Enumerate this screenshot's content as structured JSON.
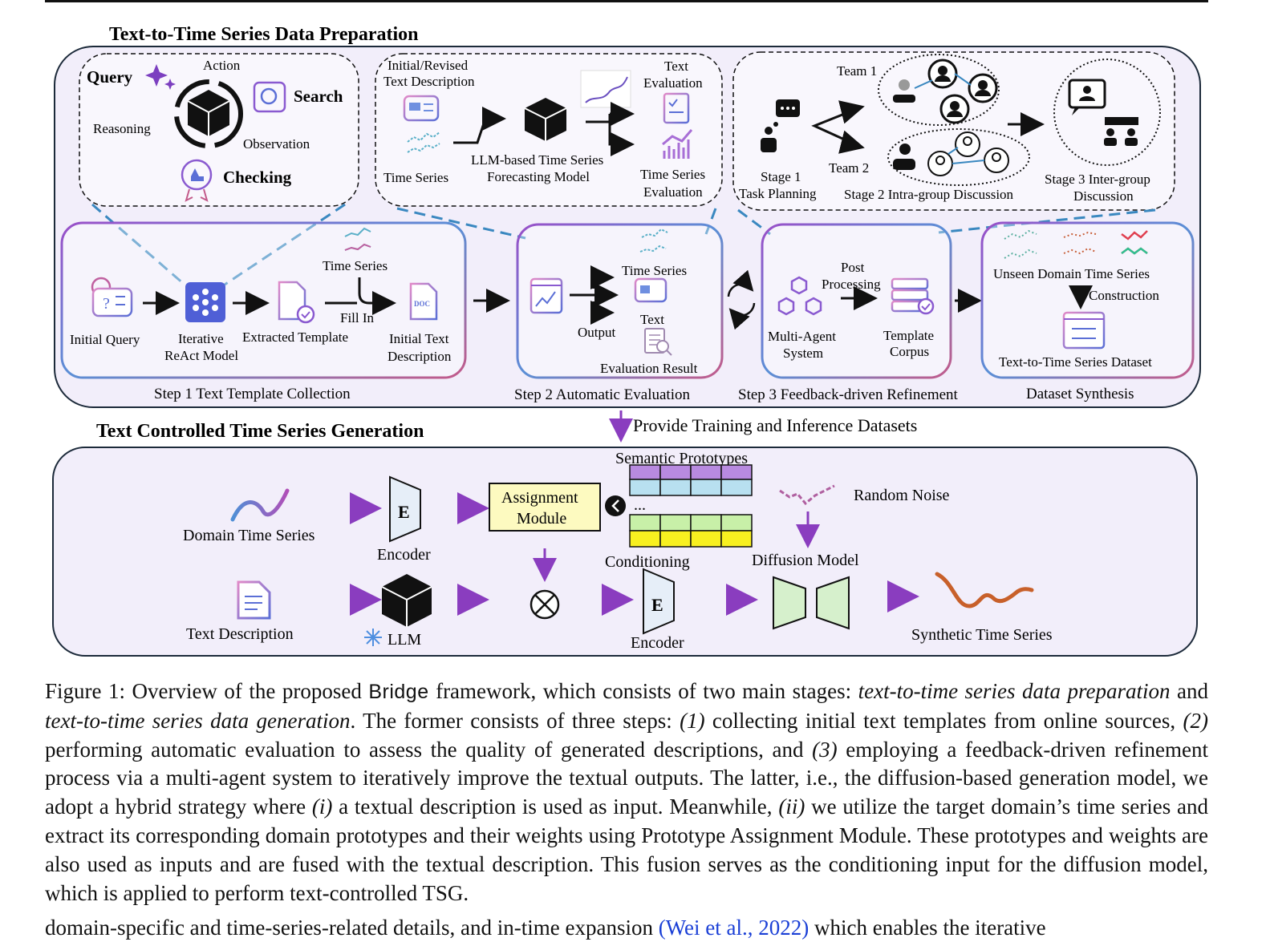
{
  "top": {
    "title": "Text-to-Time Series Data Preparation",
    "agent": {
      "query": "Query",
      "action": "Action",
      "search": "Search",
      "reasoning": "Reasoning",
      "observation": "Observation",
      "checking": "Checking"
    },
    "eval_detail": {
      "initial_revised": "Initial/Revised",
      "text_description": "Text Description",
      "time_series": "Time Series",
      "llm1": "LLM-based Time Series",
      "llm2": "Forecasting Model",
      "text_eval1": "Text",
      "text_eval2": "Evaluation",
      "ts_eval1": "Time Series",
      "ts_eval2": "Evaluation"
    },
    "team": {
      "team1": "Team 1",
      "team2": "Team 2",
      "stage1a": "Stage 1",
      "stage1b": "Task Planning",
      "stage2": "Stage 2 Intra-group Discussion",
      "stage3a": "Stage 3 Inter-group",
      "stage3b": "Discussion"
    },
    "step1": {
      "initial_query": "Initial Query",
      "iterative1": "Iterative",
      "iterative2": "ReAct Model",
      "extracted": "Extracted Template",
      "time_series": "Time Series",
      "fill_in": "Fill In",
      "initial_text1": "Initial Text",
      "initial_text2": "Description",
      "label": "Step 1 Text Template Collection"
    },
    "step2": {
      "time_series": "Time Series",
      "output": "Output",
      "text": "Text",
      "eval_result": "Evaluation Result",
      "label": "Step 2 Automatic Evaluation"
    },
    "step3": {
      "post1": "Post",
      "post2": "Processing",
      "mas1": "Multi-Agent",
      "mas2": "System",
      "tc1": "Template",
      "tc2": "Corpus",
      "label": "Step 3 Feedback-driven Refinement"
    },
    "synth": {
      "unseen": "Unseen Domain Time Series",
      "construction": "Construction",
      "dataset": "Text-to-Time Series Dataset",
      "label": "Dataset Synthesis"
    }
  },
  "provide": "Provide Training and Inference Datasets",
  "bottom": {
    "title": "Text Controlled Time Series Generation",
    "domain_ts": "Domain Time Series",
    "encoder_letter": "E",
    "encoder": "Encoder",
    "assign1": "Assignment",
    "assign2": "Module",
    "semantic": "Semantic Prototypes",
    "ellipsis": "...",
    "conditioning": "Conditioning",
    "random_noise": "Random Noise",
    "diffusion": "Diffusion Model",
    "text_desc": "Text Description",
    "llm": "LLM",
    "encoder2": "Encoder",
    "synthetic": "Synthetic Time Series"
  },
  "caption": {
    "p1": "Figure 1: Overview of the proposed ",
    "bridge": "Bridge",
    "p2": " framework, which consists of two main stages: ",
    "i1": "text-to-time series data preparation",
    "p3": " and ",
    "i2": "text-to-time series data generation",
    "p4": ". The former consists of three steps: ",
    "n1": "(1)",
    "p5": " collecting initial text templates from online sources, ",
    "n2": "(2)",
    "p6": " performing automatic evaluation to assess the quality of generated descriptions, and ",
    "n3": "(3)",
    "p7": " employing a feedback-driven refinement process via a multi-agent system to iteratively improve the textual outputs. The latter, i.e., the diffusion-based generation model, we adopt a hybrid strategy where ",
    "ni": "(i)",
    "p8": " a textual description is used as input. Meanwhile, ",
    "nii": "(ii)",
    "p9": " we utilize the target domain’s time series and extract its corresponding domain prototypes and their weights using Prototype Assignment Module. These prototypes and weights are also used as inputs and are fused with the textual description. This fusion serves as the conditioning input for the diffusion model, which is applied to perform text-controlled TSG."
  },
  "next_line": {
    "pre": "domain-specific and time-series-related details, and in-time expansion ",
    "link": "(Wei et al., 2022)",
    "post": " which enables the iterative"
  }
}
